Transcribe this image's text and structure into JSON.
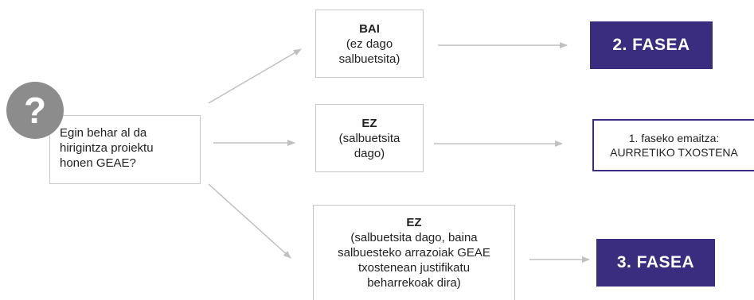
{
  "question": {
    "symbol": "?",
    "lines": [
      "Egin behar al da",
      "hirigintza proiektu",
      "honen GEAE?"
    ]
  },
  "options": [
    {
      "head": "BAI",
      "lines": [
        "(ez dago",
        "salbuetsita)"
      ]
    },
    {
      "head": "EZ",
      "lines": [
        "(salbuetsita",
        "dago)"
      ]
    },
    {
      "head": "EZ",
      "lines": [
        "(salbuetsita dago, baina",
        "salbuesteko arrazoiak GEAE",
        "txostenean justifikatu",
        "beharrekoak dira)"
      ]
    }
  ],
  "results": {
    "phase2": "2. FASEA",
    "outcome1": [
      "1. faseko emaitza:",
      "AURRETIKO TXOSTENA"
    ],
    "phase3": "3. FASEA"
  },
  "colors": {
    "accent": "#3a2d7f",
    "border": "#c8c8c8",
    "circle": "#8c8c8c",
    "arrow": "#c0c0c0"
  }
}
